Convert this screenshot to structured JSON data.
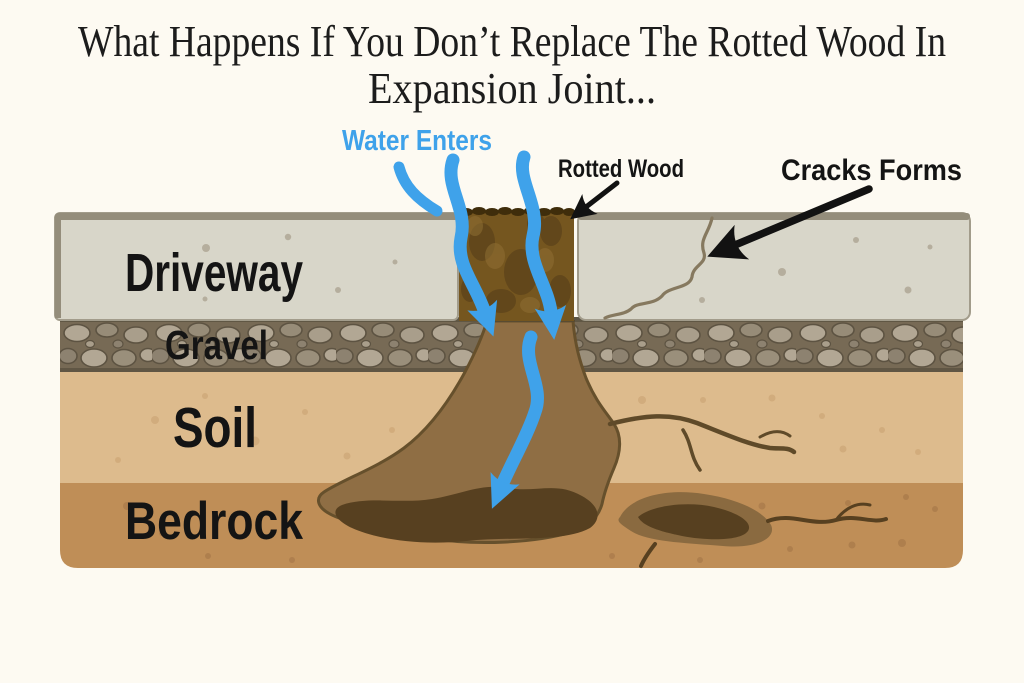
{
  "title": {
    "line1": "What Happens If You Don’t Replace The Rotted Wood In",
    "line2": "Expansion Joint...",
    "color": "#1c1c1c"
  },
  "annotations": {
    "water": {
      "label": "Water Enters",
      "color": "#3fa2ea"
    },
    "rotted_wood": {
      "label": "Rotted Wood",
      "color": "#141414"
    },
    "cracks": {
      "label": "Cracks Forms",
      "color": "#141414"
    }
  },
  "layers": [
    {
      "id": "driveway",
      "label": "Driveway",
      "color": "#d8d6c9"
    },
    {
      "id": "gravel",
      "label": "Gravel",
      "color": "#776a55"
    },
    {
      "id": "soil",
      "label": "Soil",
      "color": "#ddbb8d"
    },
    {
      "id": "bedrock",
      "label": "Bedrock",
      "color": "#bf8e57"
    }
  ],
  "colors": {
    "background": "#fdfaf2",
    "water_blue": "#3fa2ea",
    "wood_brown": "#75561f",
    "wood_dark": "#5c421a",
    "erosion_funnel": "#8f6e44",
    "erosion_void": "#574020",
    "slab_edge": "#948d7b",
    "crack_line": "#86795f",
    "arrow_black": "#121212",
    "label_black": "#141414"
  }
}
